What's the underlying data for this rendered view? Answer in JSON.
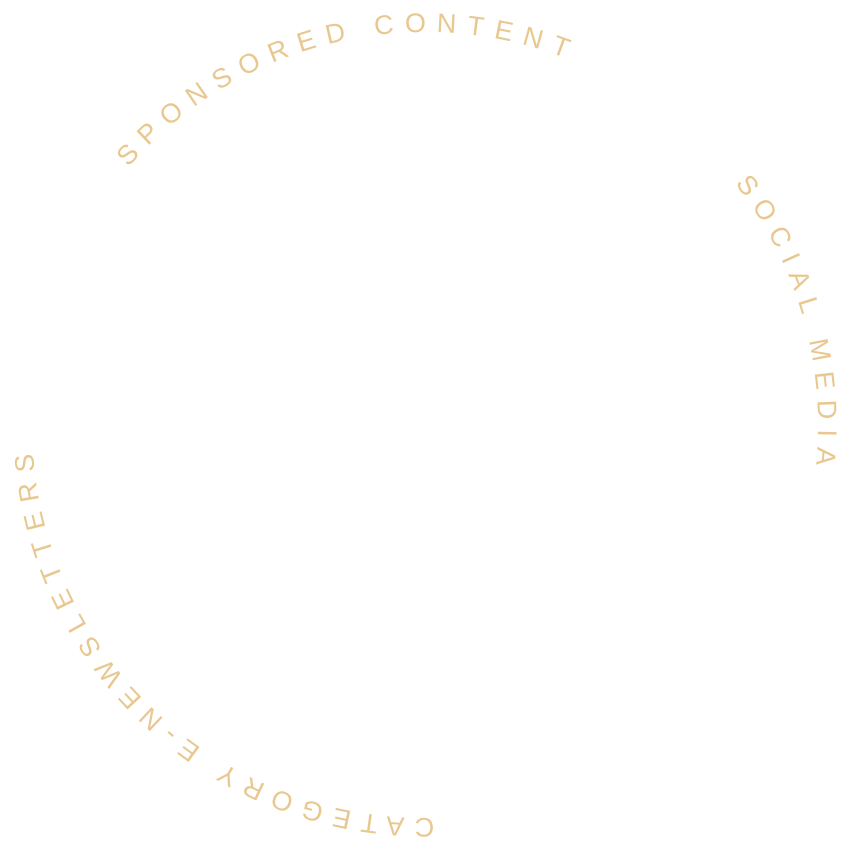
{
  "ring_labels": {
    "sponsored": "SPONSORED CONTENT",
    "social": "SOCIAL MEDIA",
    "newsletters": "CATEGORY E-NEWSLETTERS"
  },
  "colors": {
    "text": "#e8c890",
    "background": "#ffffff"
  }
}
